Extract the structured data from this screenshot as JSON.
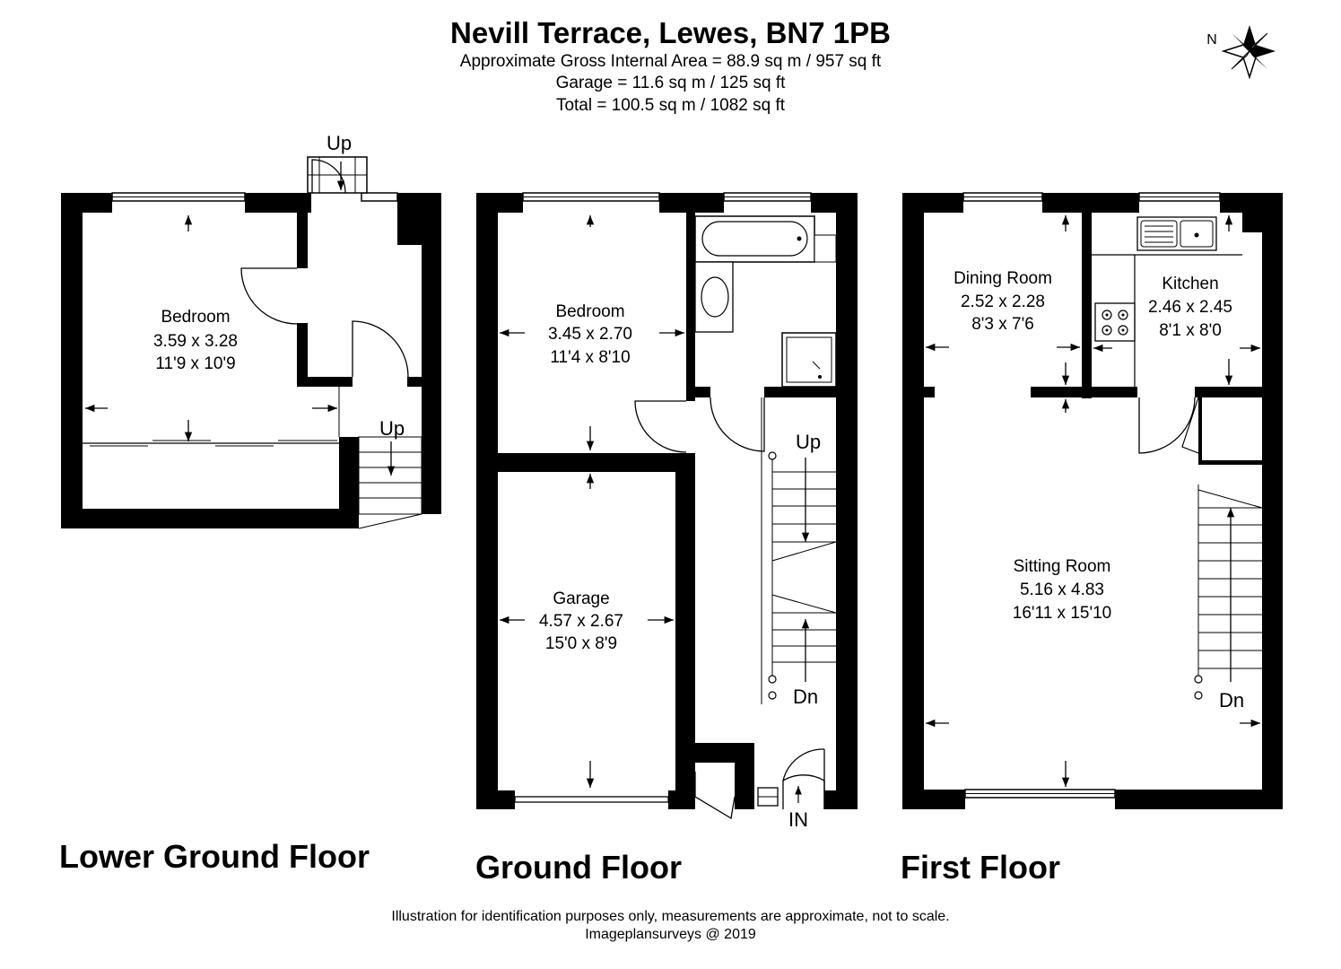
{
  "header": {
    "title": "Nevill Terrace, Lewes, BN7 1PB",
    "area_line": "Approximate Gross Internal Area = 88.9 sq m / 957 sq ft",
    "garage_line": "Garage = 11.6 sq m / 125 sq ft",
    "total_line": "Total = 100.5 sq m / 1082 sq ft"
  },
  "compass": {
    "label": "N"
  },
  "floors": {
    "lower_ground": {
      "label": "Lower Ground Floor",
      "bedroom": {
        "name": "Bedroom",
        "metric": "3.59 x 3.28",
        "imperial": "11'9 x 10'9"
      },
      "stairs_top": "Up",
      "stairs_side": "Up"
    },
    "ground": {
      "label": "Ground Floor",
      "bedroom": {
        "name": "Bedroom",
        "metric": "3.45 x 2.70",
        "imperial": "11'4 x 8'10"
      },
      "garage": {
        "name": "Garage",
        "metric": "4.57 x 2.67",
        "imperial": "15'0 x 8'9"
      },
      "stairs_up": "Up",
      "stairs_down": "Dn",
      "entrance": "IN"
    },
    "first": {
      "label": "First Floor",
      "dining": {
        "name": "Dining Room",
        "metric": "2.52 x 2.28",
        "imperial": "8'3 x 7'6"
      },
      "kitchen": {
        "name": "Kitchen",
        "metric": "2.46 x 2.45",
        "imperial": "8'1 x 8'0"
      },
      "sitting": {
        "name": "Sitting Room",
        "metric": "5.16 x 4.83",
        "imperial": "16'11 x 15'10"
      },
      "stairs_down": "Dn"
    }
  },
  "footer": {
    "disclaimer": "Illustration for identification purposes only, measurements are approximate, not to scale.",
    "credit": "Imageplansurveys @ 2019"
  }
}
